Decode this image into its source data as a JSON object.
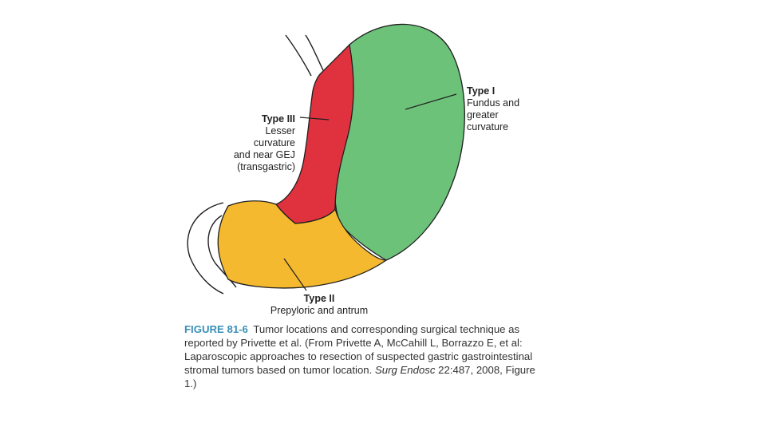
{
  "colors": {
    "fundus": "#6dc27a",
    "lesser_curvature": "#e0313e",
    "antrum": "#f4b92f",
    "outline": "#1f1f1f",
    "figure_label": "#3a8fb8"
  },
  "labels": {
    "type1": {
      "title": "Type I",
      "lines": [
        "Fundus and",
        "greater",
        "curvature"
      ]
    },
    "type2": {
      "title": "Type II",
      "lines": [
        "Prepyloric and antrum"
      ]
    },
    "type3": {
      "title": "Type III",
      "lines": [
        "Lesser",
        "curvature",
        "and near GEJ",
        "(transgastric)"
      ]
    }
  },
  "caption": {
    "figure": "FIGURE 81-6",
    "text": "Tumor locations and corresponding surgical technique as reported by Privette et al. (From Privette A, McCahill L, Borrazzo E, et al: Laparoscopic approaches to resection of suspected gastric gastrointestinal stromal tumors based on tumor location.",
    "journal": "Surg Endosc",
    "citation": "22:487, 2008, Figure 1.)"
  }
}
